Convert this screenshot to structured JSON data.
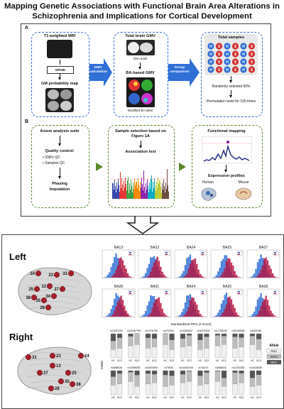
{
  "title": "Mapping Genetic Associations with Functional Brain Area Alterations in Schizophrenia and Implications for Cortical Development",
  "panel_a": {
    "label": "A",
    "mri_title": "T1-weighted MRI",
    "opasi": "DPABI",
    "gm_map": "GM probability map",
    "gmv_arrow": "GMV calculation",
    "total_gmv": "Total brain GMV",
    "gm_mask": "GM mask",
    "ba_gmv": "BA-based GMV",
    "modified_atlas": "Modified BA atlas",
    "group_arrow": "Group comparison",
    "total_samples": "Total samples",
    "grid_letters": [
      "H",
      "S",
      "H",
      "S",
      "H",
      "S",
      "H",
      "S",
      "H",
      "S",
      "H",
      "S",
      "H",
      "S",
      "H",
      "S",
      "H",
      "S",
      "H",
      "S",
      "H",
      "S",
      "H",
      "S"
    ],
    "randomly": "Randomly selected 60%",
    "permutation": "Permutation tests for 100 times"
  },
  "panel_b": {
    "label": "B",
    "axiom": "Axiom analysis suite",
    "qc": "Quality control:",
    "qc_items": [
      "SNPs QC",
      "Samples QC"
    ],
    "phasing": "Phasing",
    "imputation": "Imputation",
    "sample_sel": "Sample selection based on Figure 1A",
    "assoc": "Association test",
    "func_map": "Functional mapping",
    "expr": "Expression profiles",
    "human": "Human",
    "mouse": "Mouse"
  },
  "bottom": {
    "left_label": "Left",
    "right_label": "Right",
    "left_numbers": [
      "24",
      "23",
      "31",
      "13",
      "25",
      "27",
      "34",
      "35",
      "38",
      "28"
    ],
    "right_numbers": [
      "31",
      "23",
      "24",
      "13",
      "27",
      "25",
      "35",
      "28",
      "38"
    ],
    "ba_titles": [
      "BA13",
      "BA23",
      "BA24",
      "BA25",
      "BA27",
      "BA28",
      "BA31",
      "BA34",
      "BA35",
      "BA38"
    ],
    "prs_axis": "Standardized PRS (z-score)",
    "ratio_label": "Ratio",
    "rs_row1": [
      "rs10457290",
      "rs140567992",
      "rs13725736",
      "rs4700311",
      "rs79060662",
      "rs16976904",
      "rs17335205",
      "rs38156538",
      "rs6532166"
    ],
    "rs_row2": [
      "rs6568038",
      "rs12586282",
      "rs33670509",
      "rs79935",
      "rs116382345",
      "rs746271",
      "rs5666510",
      "rs12332382",
      "rs34418939"
    ],
    "bar_xticks": [
      "HC",
      "SCZ"
    ],
    "allele_title": "Allele",
    "allele_items": [
      "Major",
      "Hetero",
      "Minor"
    ]
  }
}
